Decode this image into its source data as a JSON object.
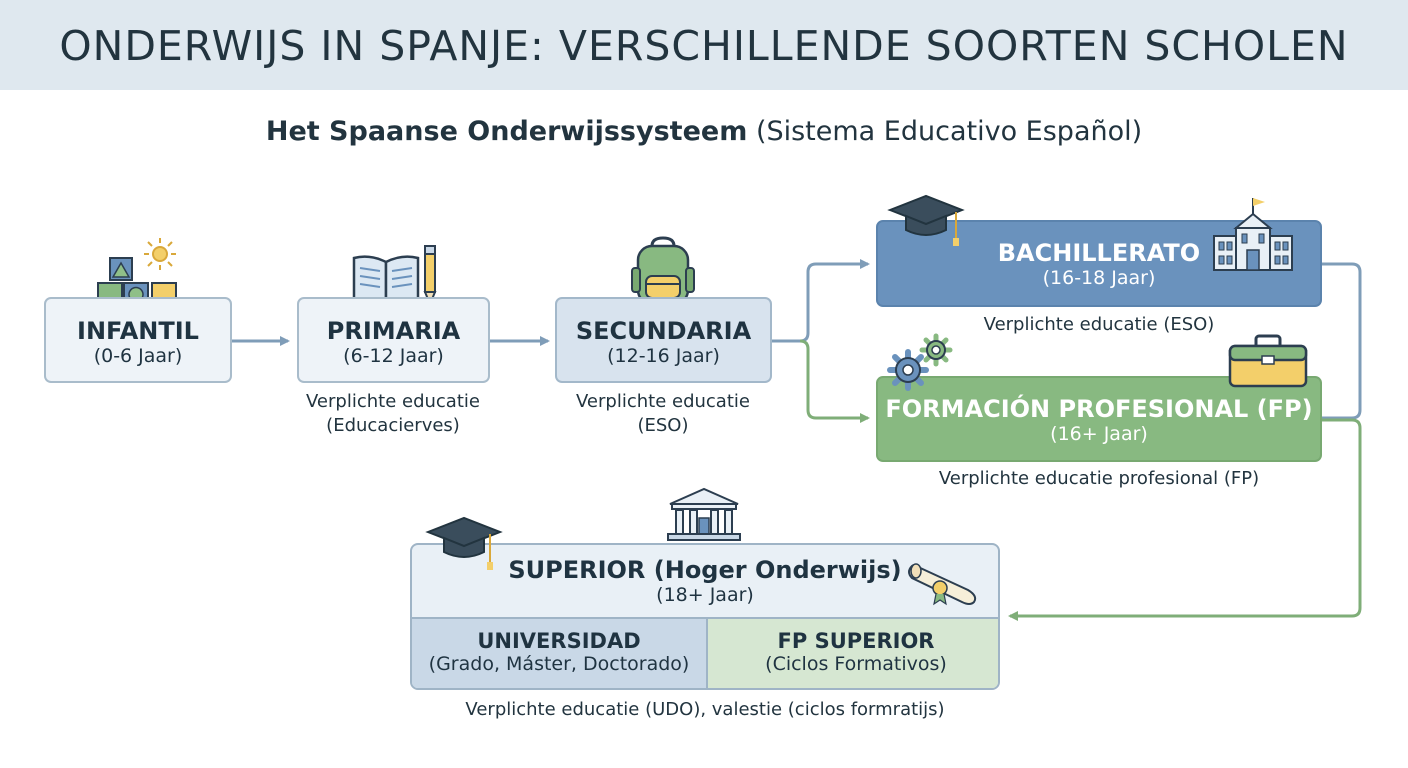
{
  "title": "ONDERWIJS IN SPANJE: VERSCHILLENDE SOORTEN SCHOLEN",
  "subtitle": {
    "bold": "Het Spaanse Onderwijssysteem",
    "normal": "(Sistema Educativo Español)"
  },
  "stages": {
    "infantil": {
      "name": "INFANTIL",
      "ages": "(0-6 Jaar)"
    },
    "primaria": {
      "name": "PRIMARIA",
      "ages": "(6-12 Jaar)",
      "note1": "Verplichte educatie",
      "note2": "(Educacierves)"
    },
    "secundaria": {
      "name": "SECUNDARIA",
      "ages": "(12-16 Jaar)",
      "note1": "Verplichte educatie",
      "note2": "(ESO)"
    },
    "bachillerato": {
      "name": "BACHILLERATO",
      "ages": "(16-18 Jaar)",
      "note": "Verplichte educatie (ESO)"
    },
    "fp": {
      "name": "FORMACIÓN PROFESIONAL (FP)",
      "ages": "(16+ Jaar)",
      "note": "Verplichte educatie profesional (FP)"
    },
    "superior": {
      "name": "SUPERIOR (Hoger Onderwijs)",
      "ages": "(18+ Jaar)",
      "universidad": {
        "name": "UNIVERSIDAD",
        "desc": "(Grado, Máster, Doctorado)"
      },
      "fp_superior": {
        "name": "FP SUPERIOR",
        "desc": "(Ciclos Formativos)"
      },
      "note": "Verplichte educatie (UDO), valestie (ciclos formratijs)"
    }
  },
  "icons": [
    "toy-blocks-icon",
    "sun-icon",
    "open-book-icon",
    "pencil-icon",
    "backpack-icon",
    "graduation-cap-icon",
    "school-building-icon",
    "gears-icon",
    "toolbox-icon",
    "university-building-icon",
    "diploma-icon"
  ],
  "colors": {
    "blue": "#6a92bd",
    "green": "#88b981",
    "arrow_blue": "#7f9db8",
    "arrow_green": "#7fae78"
  }
}
